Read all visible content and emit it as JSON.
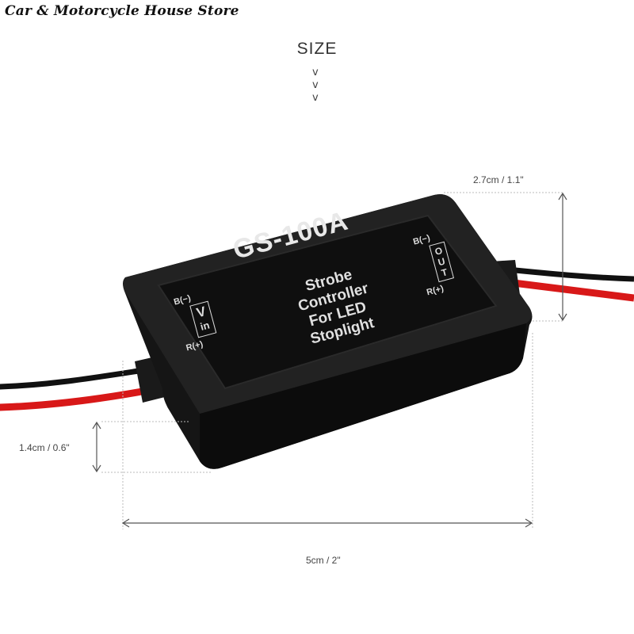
{
  "store_name": "Car & Motorcycle House Store",
  "size_heading": "SIZE",
  "chevron_glyph": "v",
  "product": {
    "model": "GS-100A",
    "description_lines": [
      "Strobe",
      "Controller",
      "For LED",
      "Stoplight"
    ],
    "left_terminal": {
      "neg": "B(−)",
      "letters": [
        "V",
        "in"
      ],
      "pos": "R(+)"
    },
    "right_terminal": {
      "neg": "B(−)",
      "letters": [
        "O",
        "U",
        "T"
      ],
      "pos": "R(+)"
    }
  },
  "dimensions": {
    "height": "2.7cm / 1.1\"",
    "depth": "1.4cm / 0.6\"",
    "length": "5cm / 2\""
  },
  "colors": {
    "body": "#1c1c1c",
    "wire_red": "#d81818",
    "wire_black": "#111111",
    "dim_line": "#555555"
  }
}
